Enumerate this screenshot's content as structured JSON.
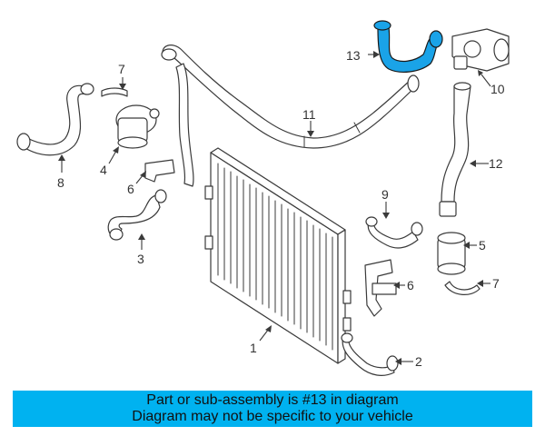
{
  "diagram": {
    "callouts": [
      {
        "id": "c1",
        "label": "1"
      },
      {
        "id": "c2",
        "label": "2"
      },
      {
        "id": "c3",
        "label": "3"
      },
      {
        "id": "c4",
        "label": "4"
      },
      {
        "id": "c5",
        "label": "5"
      },
      {
        "id": "c6a",
        "label": "6"
      },
      {
        "id": "c6b",
        "label": "6"
      },
      {
        "id": "c7a",
        "label": "7"
      },
      {
        "id": "c7b",
        "label": "7"
      },
      {
        "id": "c8",
        "label": "8"
      },
      {
        "id": "c9",
        "label": "9"
      },
      {
        "id": "c10",
        "label": "10"
      },
      {
        "id": "c11",
        "label": "11"
      },
      {
        "id": "c12",
        "label": "12"
      },
      {
        "id": "c13",
        "label": "13"
      }
    ],
    "highlight_color": "#1aa3e8"
  },
  "banner": {
    "line1": "Part or sub-assembly is #13 in diagram",
    "line2": "Diagram may not be specific to your vehicle",
    "background": "#00b2f0"
  }
}
